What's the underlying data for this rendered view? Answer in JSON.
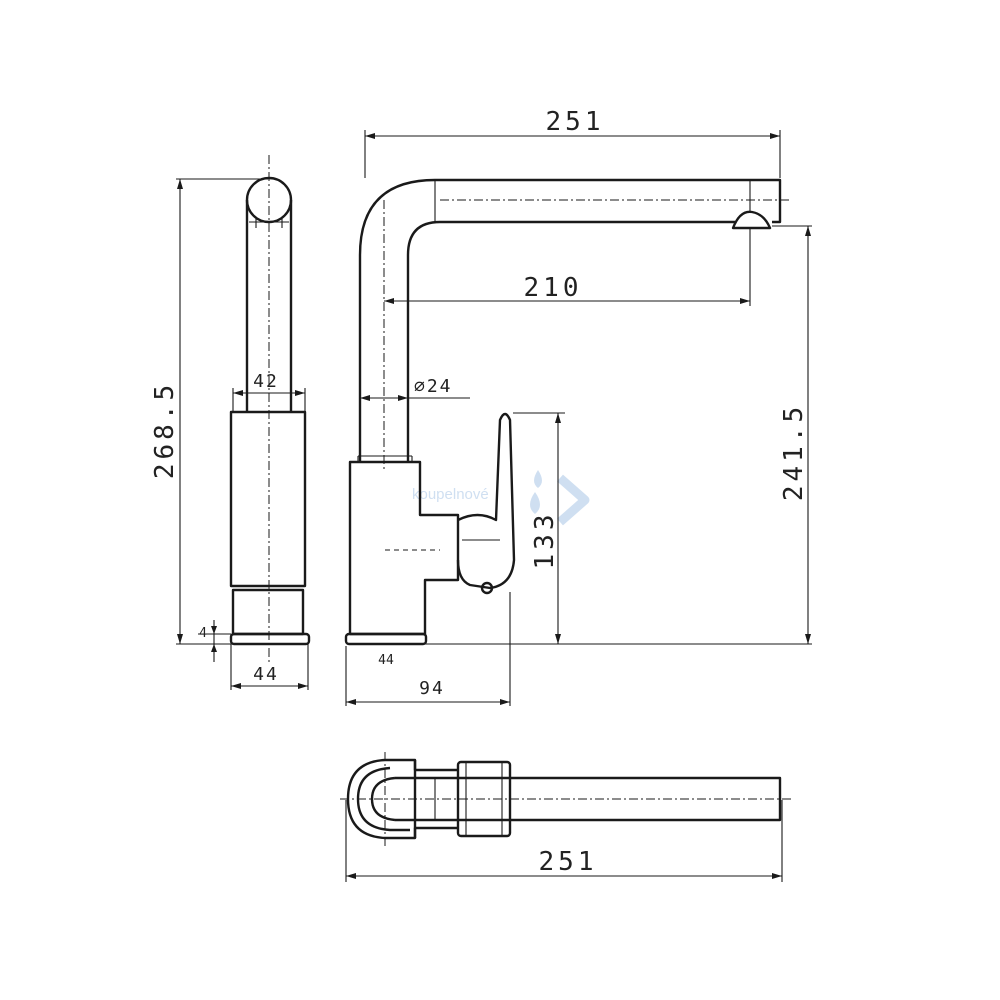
{
  "dimensions": {
    "side_total_height": "268.5",
    "side_body_width": "42",
    "side_base_width": "44",
    "side_base_ring": "4",
    "front_overall_length": "251",
    "front_spout_reach": "210",
    "front_pipe_diameter": "∅24",
    "front_handle_height": "133",
    "front_outlet_height": "241.5",
    "front_base_width": "44",
    "front_depth": "94",
    "top_overall_length": "251"
  },
  "watermark": {
    "text": "koupelnové"
  },
  "colors": {
    "line": "#1a1a1a",
    "watermark": "#a9c6e6"
  }
}
